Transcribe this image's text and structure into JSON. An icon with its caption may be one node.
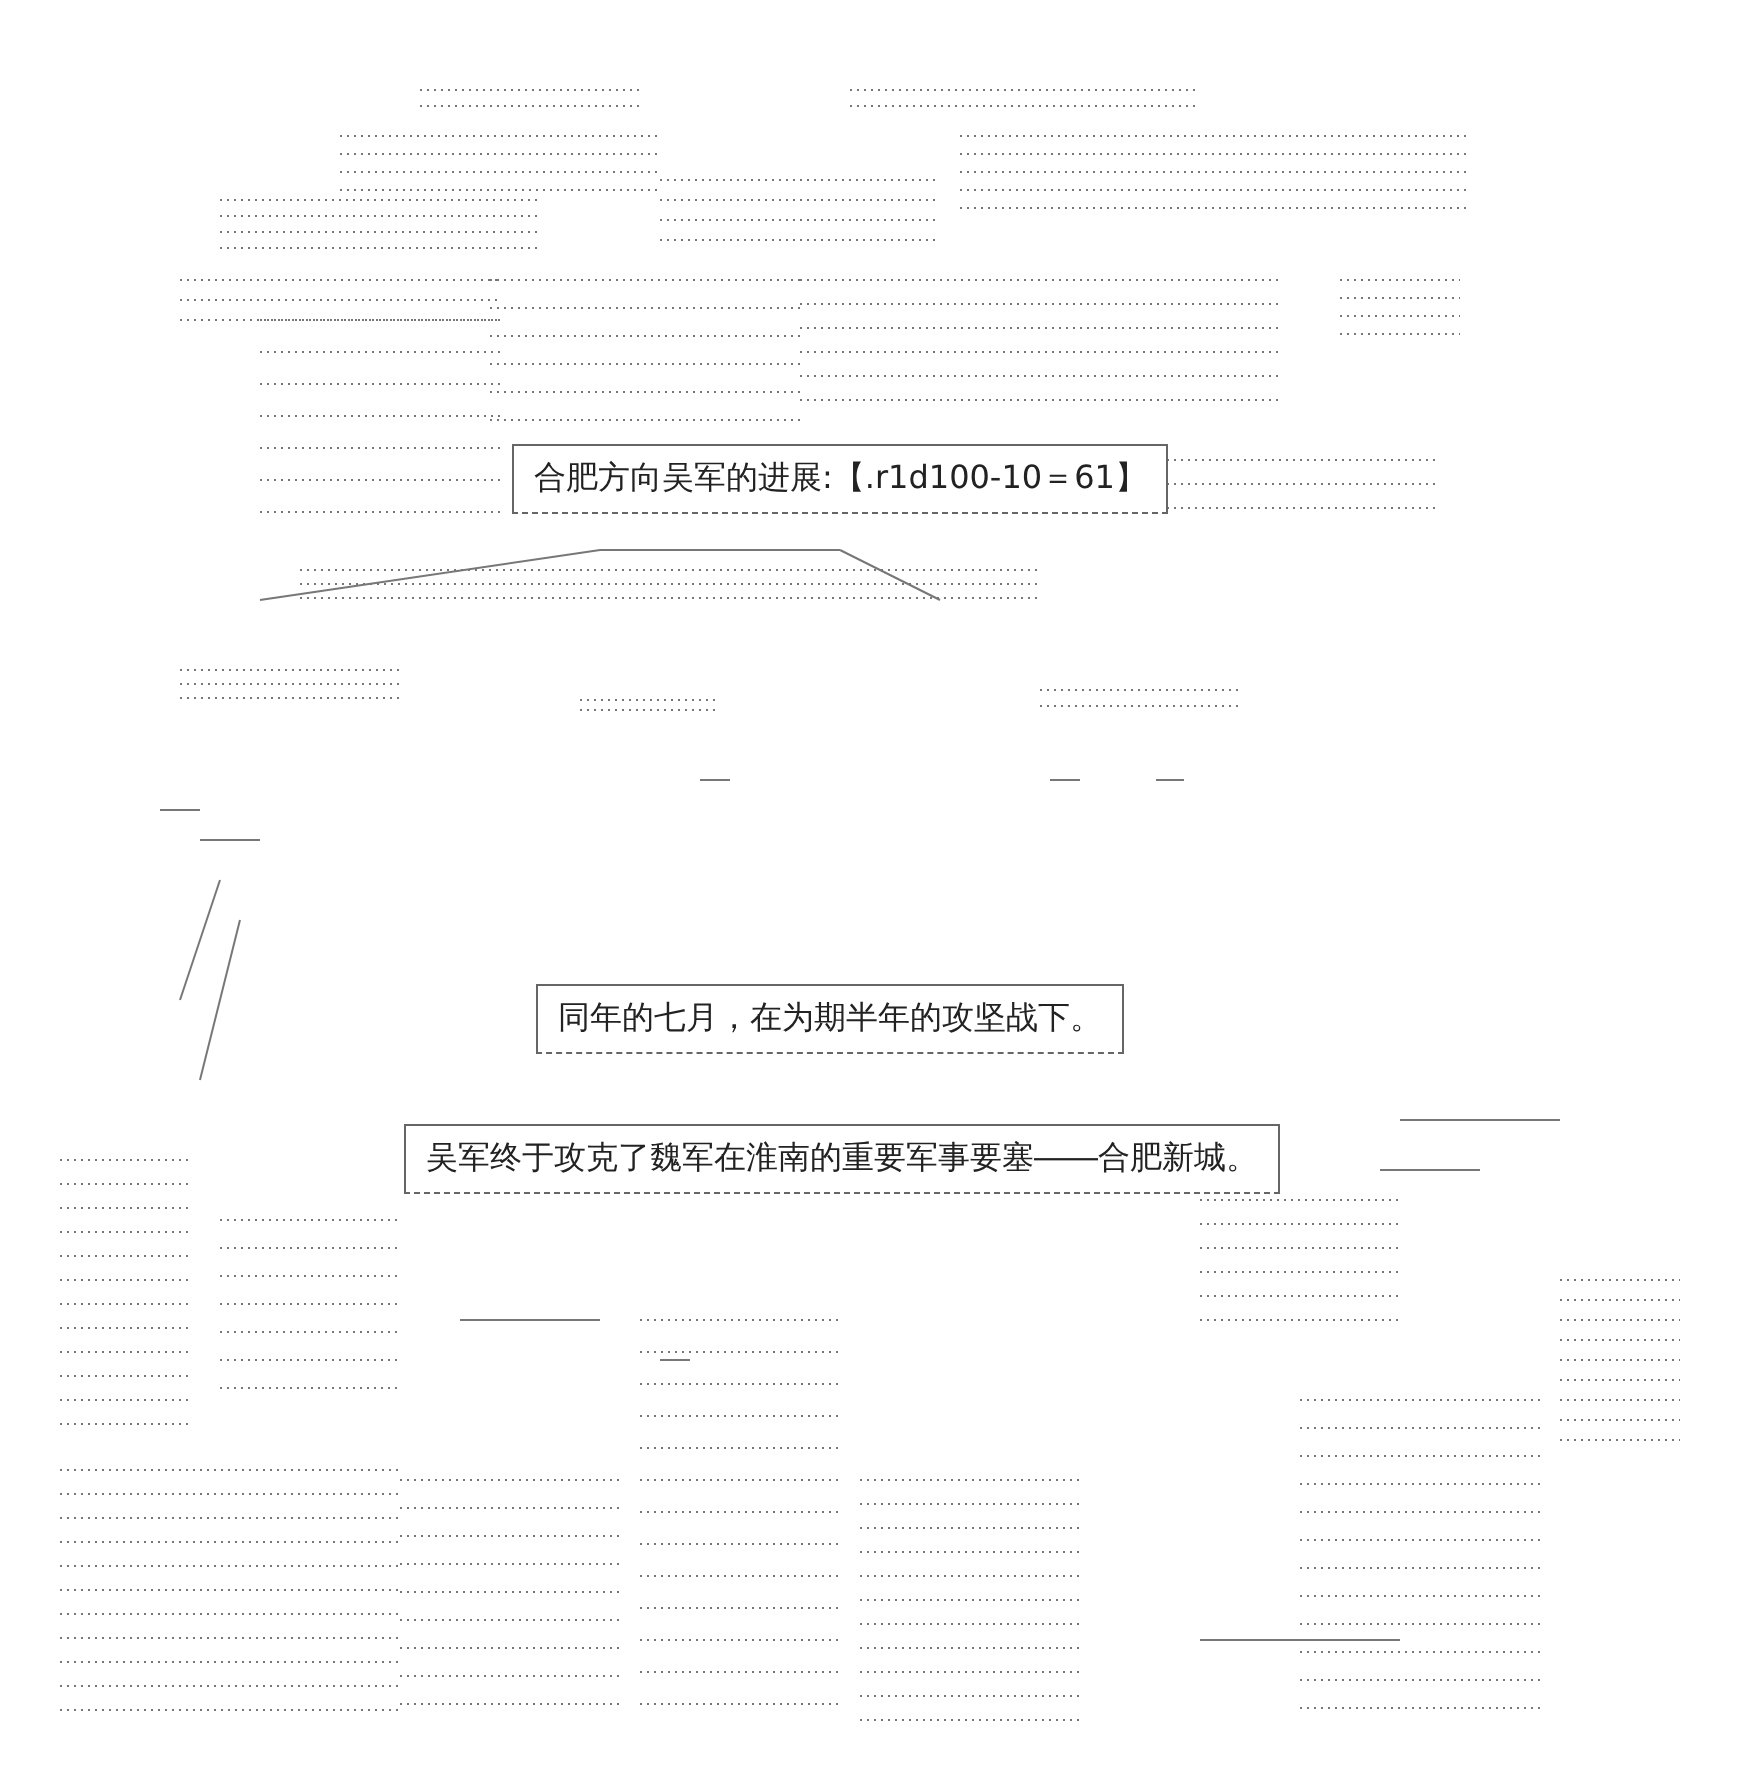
{
  "diagram": {
    "nodes": [
      {
        "text": [
          "合肥方向吴军的进展:【.r1d100-10＝61】"
        ]
      },
      {
        "text": [
          "同年的七月，在为期半年的攻坚战下。"
        ]
      },
      {
        "text": [
          "吴军终于攻克了魏军在淮南的重要军事要塞――合肥新城。"
        ]
      }
    ]
  }
}
